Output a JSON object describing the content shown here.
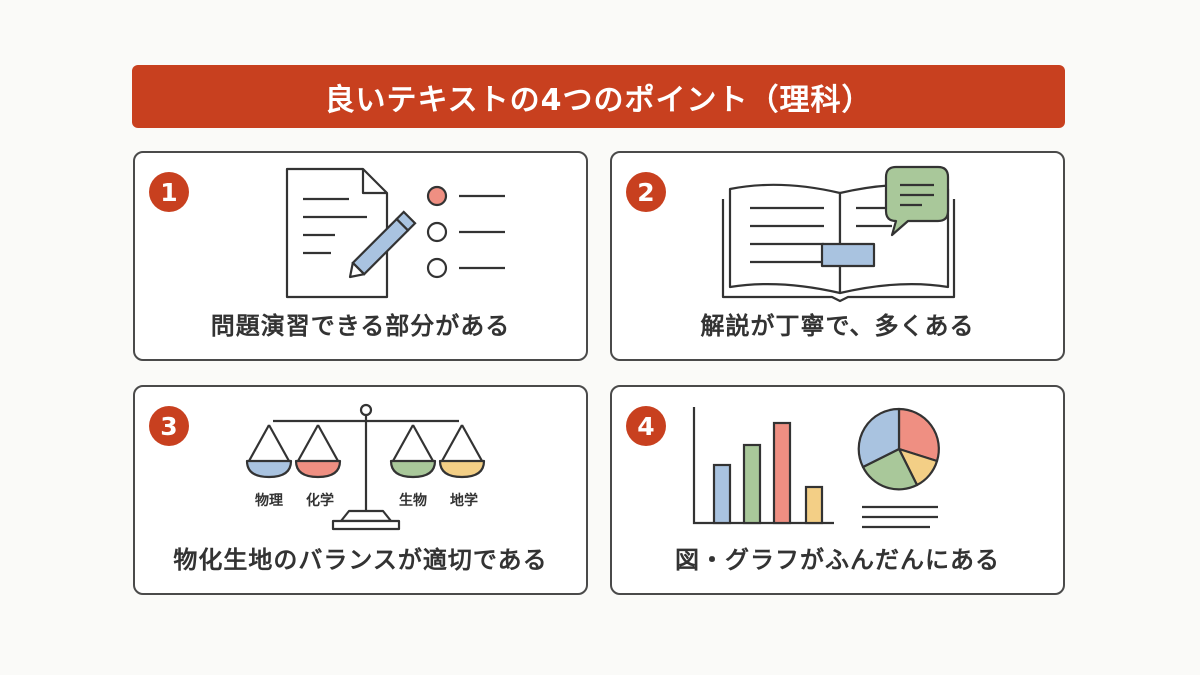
{
  "header": {
    "title": "良いテキストの4つのポイント（理科）"
  },
  "colors": {
    "accent": "#c8401f",
    "blue": "#a9c3e0",
    "red": "#ef8f82",
    "green": "#a9c89a",
    "yellow": "#f3cf86"
  },
  "cards": [
    {
      "number": "1",
      "label": "問題演習できる部分がある",
      "icons": [
        "document-icon",
        "pencil-icon",
        "choice-list-icon"
      ]
    },
    {
      "number": "2",
      "label": "解説が丁寧で、多くある",
      "icons": [
        "open-book-icon",
        "speech-bubble-icon"
      ]
    },
    {
      "number": "3",
      "label": "物化生地のバランスが適切である",
      "icons": [
        "balance-scale-icon"
      ],
      "scale_labels": [
        "物理",
        "化学",
        "生物",
        "地学"
      ]
    },
    {
      "number": "4",
      "label": "図・グラフがふんだんにある",
      "icons": [
        "bar-chart-icon",
        "pie-chart-icon"
      ]
    }
  ]
}
